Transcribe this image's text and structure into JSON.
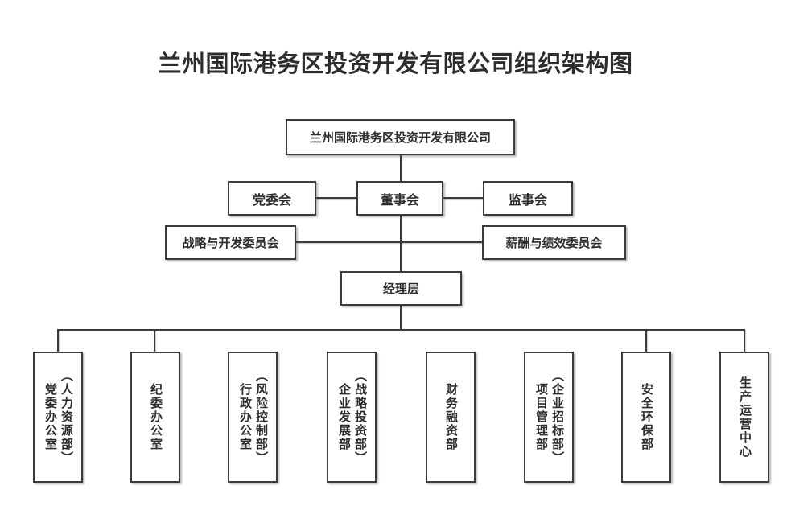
{
  "title": "兰州国际港务区投资开发有限公司组织架构图",
  "org": {
    "root": "兰州国际港务区投资开发有限公司",
    "board_row": {
      "left": "党委会",
      "center": "董事会",
      "right": "监事会"
    },
    "committee_row": {
      "left": "战略与开发委员会",
      "right": "薪酬与绩效委员会"
    },
    "management": "经理层",
    "departments": [
      "党委办公室\n（人力资源部）",
      "纪委办公室",
      "行政办公室\n（风险控制部）",
      "企业发展部\n（战略投资部）",
      "财务融资部",
      "项目管理部\n（企业招标部）",
      "安全环保部",
      "生产运营中心"
    ]
  },
  "colors": {
    "line": "#3b3b3b",
    "text": "#2d2d2d",
    "background": "#ffffff"
  }
}
